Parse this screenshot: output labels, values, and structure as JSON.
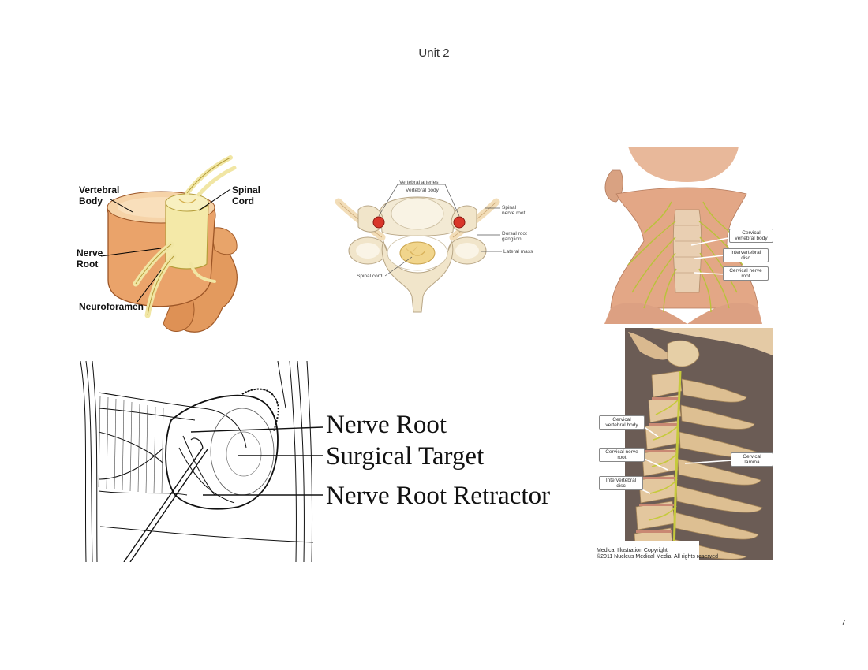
{
  "header": {
    "title": "Unit 2"
  },
  "page": {
    "number": "7"
  },
  "figures": {
    "vertebra": {
      "labels": {
        "vertebral_body": "Vertebral\nBody",
        "spinal_cord": "Spinal\nCord",
        "nerve_root": "Nerve\nRoot",
        "neuroforamen": "Neuroforamen"
      }
    },
    "cross_section": {
      "labels": {
        "vertebral_arteries": "Vertebral arteries",
        "vertebral_body": "Vertebral body",
        "spinal_nerve_root": "Spinal\nnerve root",
        "dorsal_root_ganglion": "Dorsal root\nganglion",
        "lateral_mass": "Lateral mass",
        "spinal_cord": "Spinal cord"
      }
    },
    "neck": {
      "top_labels": {
        "cervical_vertebral_body": "Cervical\nvertebral body",
        "intervertebral_disc": "Intervertebral\ndisc",
        "cervical_nerve_root": "Cervical nerve\nroot"
      },
      "bottom_labels": {
        "cervical_vertebral_body": "Cervical\nvertebral body",
        "cervical_nerve_root": "Cervical nerve\nroot",
        "intervertebral_disc": "Intervertebral\ndisc",
        "cervical_lamina": "Cervical\nlamina"
      },
      "copyright": "Medical Illustration Copyright\n©2011 Nucleus Medical Media, All rights reserved"
    },
    "surgical": {
      "labels": {
        "nerve_root": "Nerve Root",
        "surgical_target": "Surgical Target",
        "nerve_root_retractor": "Nerve Root Retractor"
      }
    }
  }
}
